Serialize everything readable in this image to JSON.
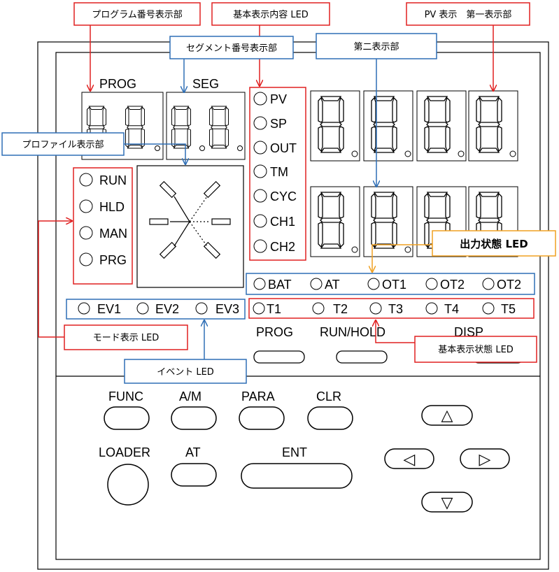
{
  "callouts": {
    "prog_display": "プログラム番号表示部",
    "seg_display": "セグメント番号表示部",
    "basic_led": "基本表示内容 LED",
    "pv_display": "PV 表示　第一表示部",
    "second_display": "第二表示部",
    "profile_display": "プロファイル表示部",
    "output_led": "出力状態 LED",
    "mode_led": "モード表示 LED",
    "basic_status_led": "基本表示状態 LED",
    "event_led": "イベント LED"
  },
  "display": {
    "prog_label": "PROG",
    "seg_label": "SEG"
  },
  "mode_leds": [
    "RUN",
    "HLD",
    "MAN",
    "PRG"
  ],
  "content_leds": [
    "PV",
    "SP",
    "OUT",
    "TM",
    "CYC",
    "CH1",
    "CH2"
  ],
  "status_row": [
    "BAT",
    "AT",
    "OT1",
    "OT2",
    "OT2"
  ],
  "time_row": [
    "T1",
    "T2",
    "T3",
    "T4",
    "T5"
  ],
  "event_leds": [
    "EV1",
    "EV2",
    "EV3"
  ],
  "small_buttons": [
    "PROG",
    "RUN/HOLD",
    "DISP"
  ],
  "keys": {
    "func": "FUNC",
    "am": "A/M",
    "para": "PARA",
    "clr": "CLR",
    "loader": "LOADER",
    "at": "AT",
    "ent": "ENT"
  },
  "arrows": {
    "up": "△",
    "left": "◁",
    "right": "▷",
    "down": "▽"
  }
}
